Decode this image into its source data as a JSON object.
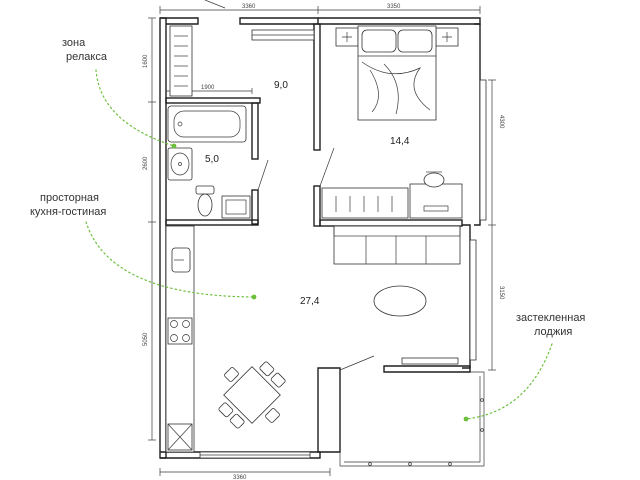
{
  "callouts": {
    "relax_zone": [
      "зона",
      "релакса"
    ],
    "living_kitchen": [
      "просторная",
      "кухня-гостиная"
    ],
    "loggia": [
      "застекленная",
      "лоджия"
    ]
  },
  "areas": {
    "hall": "9,0",
    "bedroom": "14,4",
    "bathroom": "5,0",
    "kitchen_living": "27,4"
  },
  "dimensions": {
    "top_left": "3360",
    "top_right": "3350",
    "bottom": "3360",
    "left_upper": "1600",
    "left_middle": "2600",
    "left_lower": "5050",
    "right_upper": "4300",
    "right_lower": "3150",
    "bath_width": "1900"
  },
  "colors": {
    "accent": "#6bbf3a",
    "walls": "#1f1f1f",
    "text": "#333333"
  }
}
